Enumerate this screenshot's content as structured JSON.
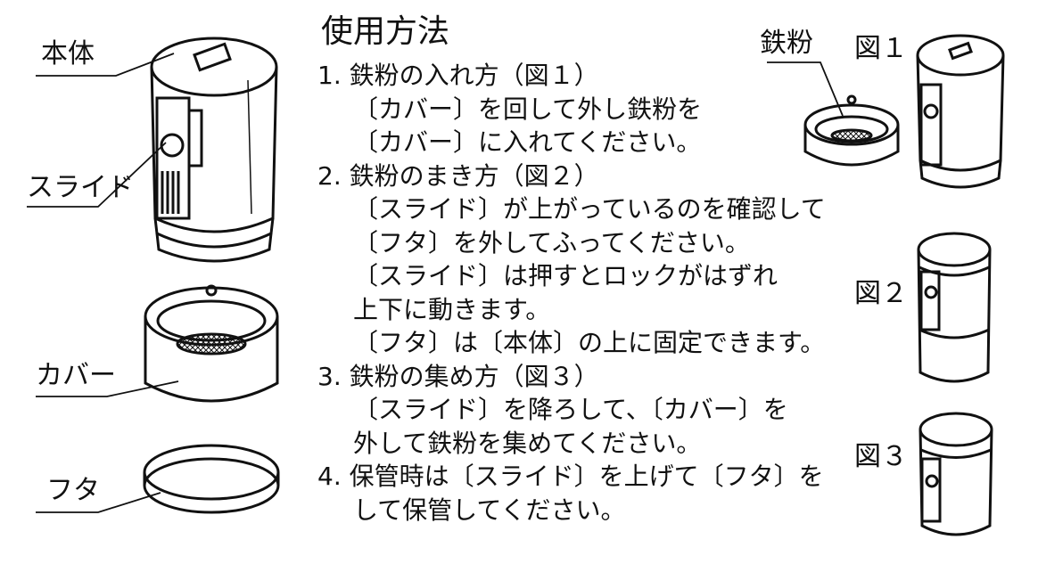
{
  "title": "使用方法",
  "parts": {
    "body": "本体",
    "slide": "スライド",
    "cover": "カバー",
    "lid": "フタ",
    "iron": "鉄粉"
  },
  "figures": [
    "図１",
    "図２",
    "図３"
  ],
  "steps": [
    "1. 鉄粉の入れ方（図１）",
    "〔カバー〕を回して外し鉄粉を",
    "〔カバー〕に入れてください。",
    "2. 鉄粉のまき方（図２）",
    "〔スライド〕が上がっているのを確認して",
    "〔フタ〕を外してふってください。",
    "〔スライド〕は押すとロックがはずれ",
    "上下に動きます。",
    "〔フタ〕は〔本体〕の上に固定できます。",
    "3. 鉄粉の集め方（図３）",
    "〔スライド〕を降ろして、〔カバー〕を",
    "外して鉄粉を集めてください。",
    "4. 保管時は〔スライド〕を上げて〔フタ〕を",
    "して保管してください。"
  ]
}
